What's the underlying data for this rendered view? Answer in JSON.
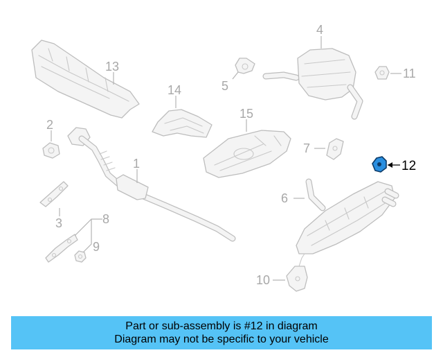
{
  "diagram": {
    "highlight_color": "#2a8fe0",
    "callouts": {
      "c1": "1",
      "c2": "2",
      "c3": "3",
      "c4": "4",
      "c5": "5",
      "c6": "6",
      "c7": "7",
      "c8": "8",
      "c9": "9",
      "c10": "10",
      "c11": "11",
      "c12": "12",
      "c13": "13",
      "c14": "14",
      "c15": "15"
    },
    "highlighted_callout": "12"
  },
  "banner": {
    "line1": "Part or sub-assembly is #12 in diagram",
    "line2": "Diagram may not be specific to your vehicle",
    "background": "#55c3f6"
  }
}
